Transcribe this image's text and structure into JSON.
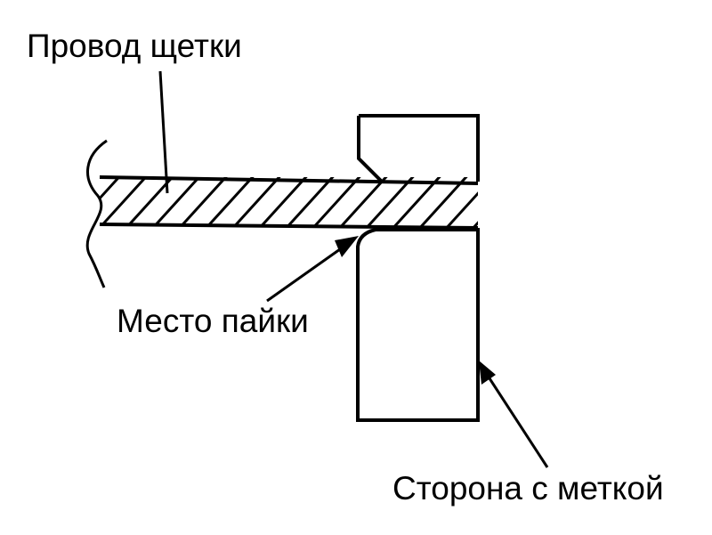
{
  "labels": {
    "brush_wire": "Провод щетки",
    "solder_point": "Место пайки",
    "marked_side": "Сторона с меткой"
  },
  "colors": {
    "ink": "#000000",
    "paper": "#ffffff"
  }
}
